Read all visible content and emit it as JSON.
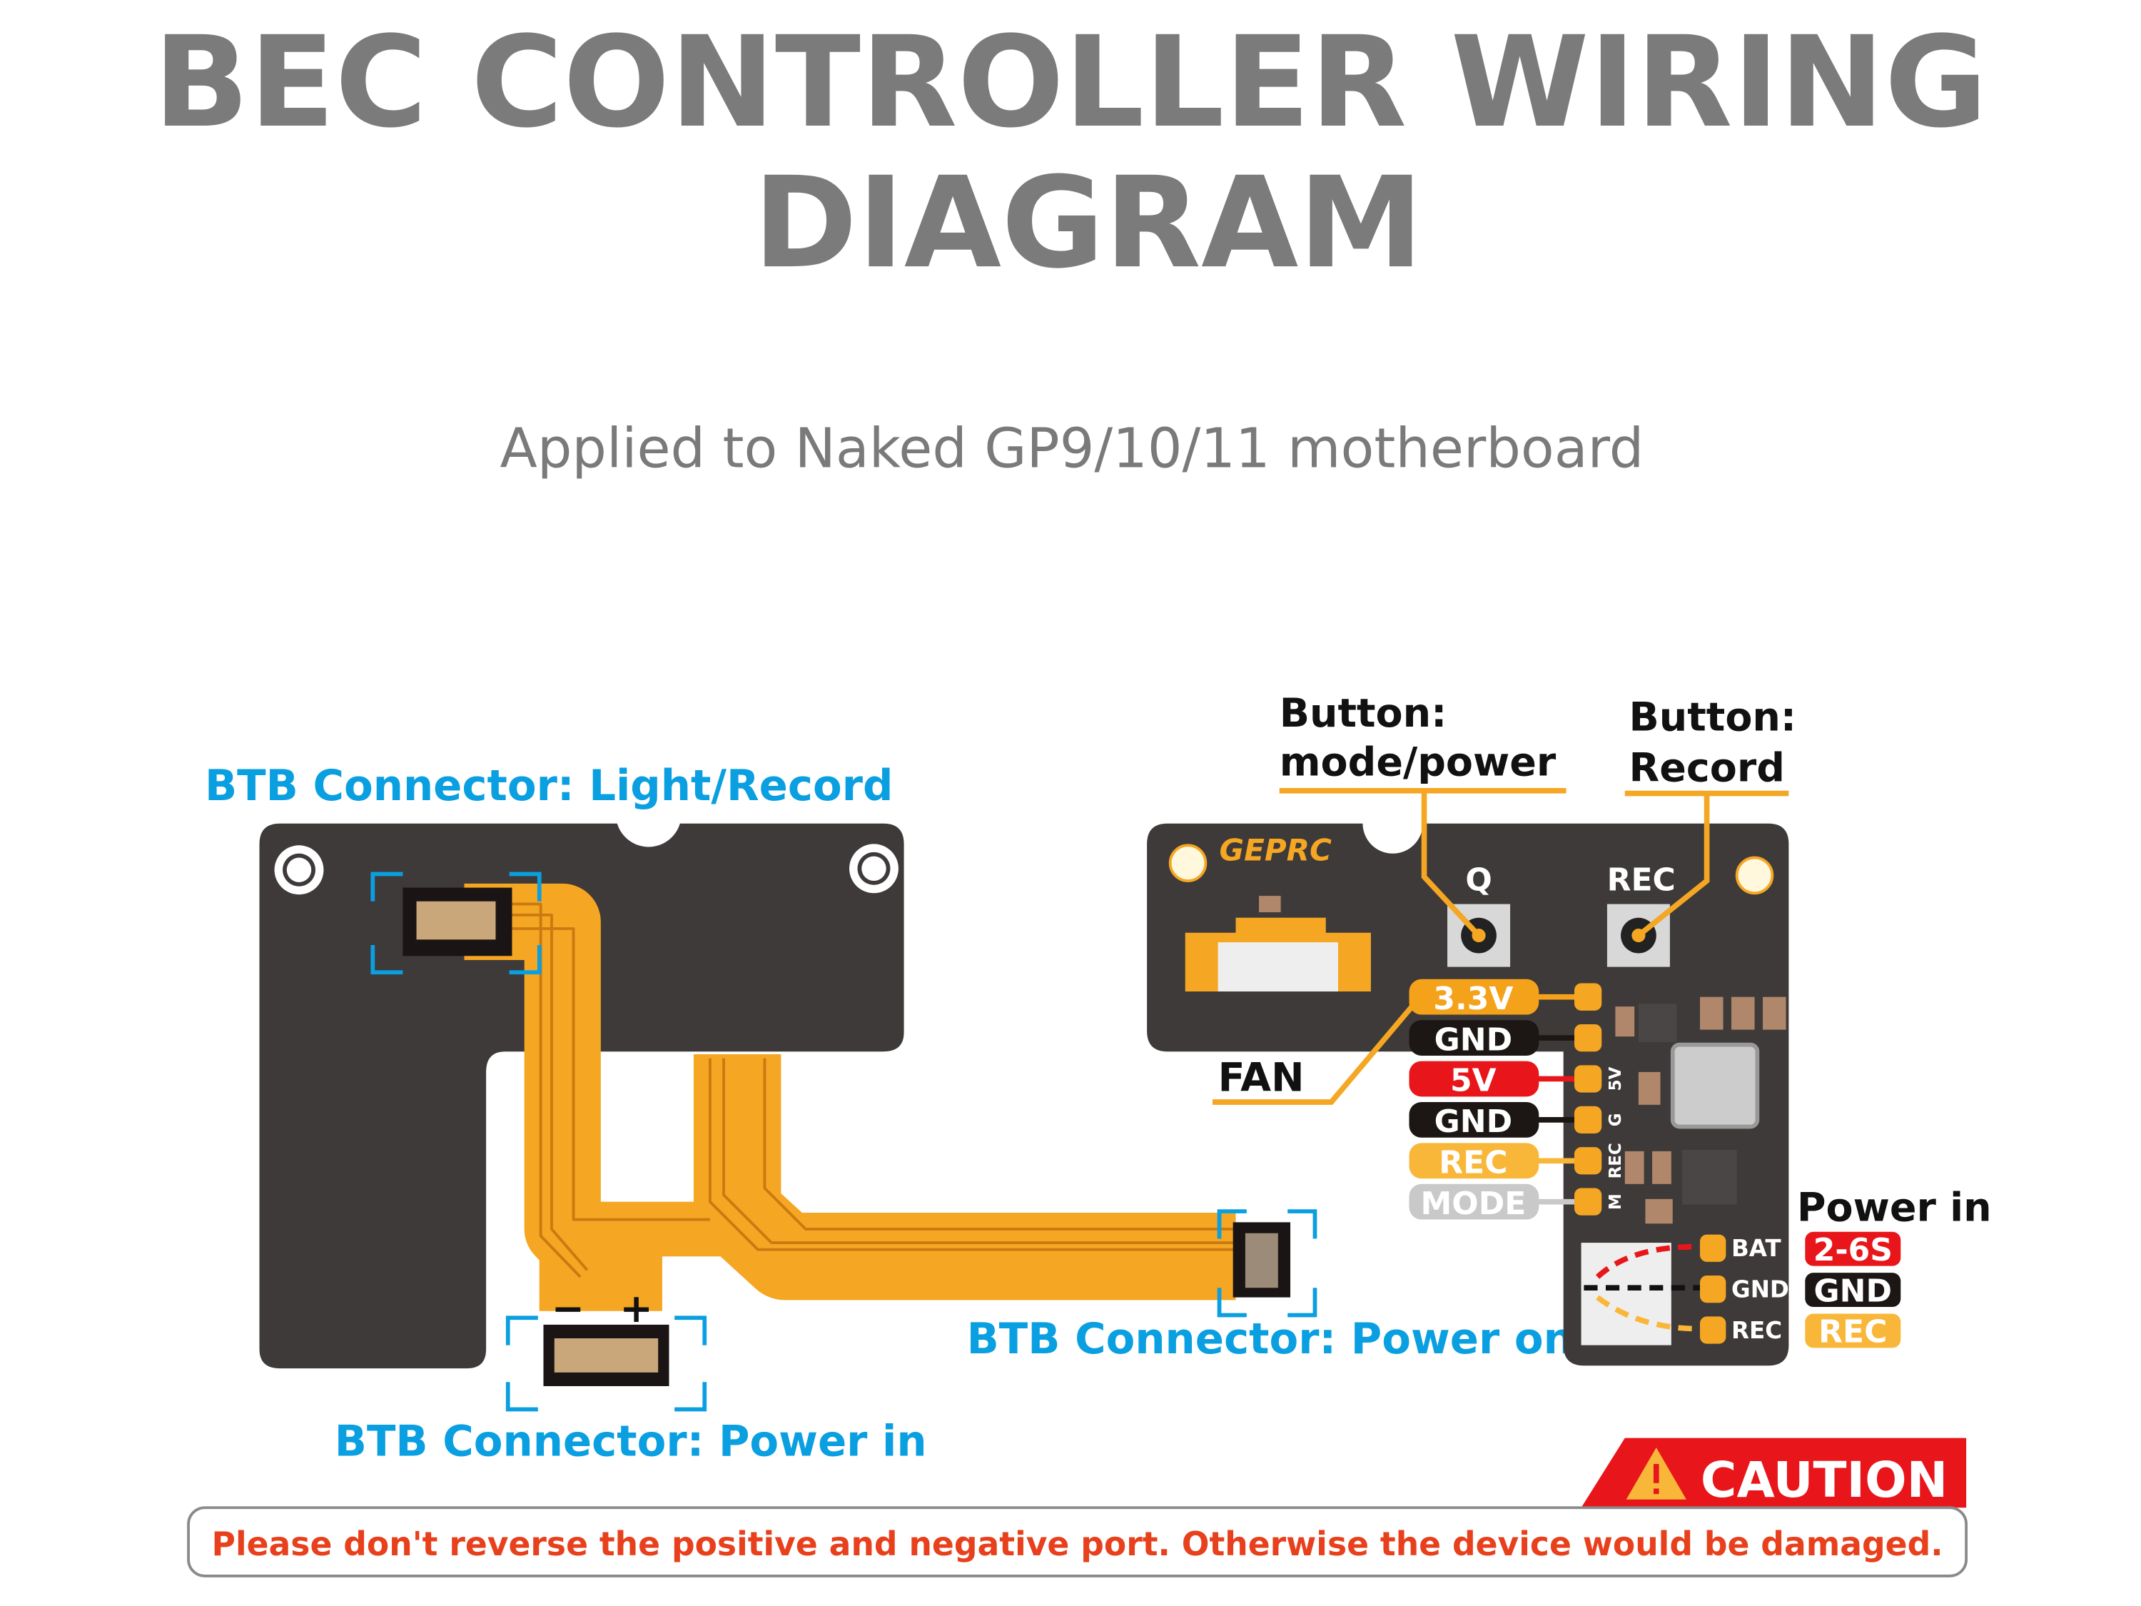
{
  "header": {
    "title_line1": "BEC CONTROLLER WIRING",
    "title_line2": "DIAGRAM",
    "subtitle": "Applied to Naked GP9/10/11 motherboard"
  },
  "left_board": {
    "btb_light_record": "BTB Connector:  Light/Record",
    "btb_power_in": "BTB Connector:  Power in",
    "btb_power_on": "BTB Connector:  Power on",
    "minus": "−",
    "plus": "+"
  },
  "right_board": {
    "logo": "GEPRC",
    "button_mode_title": "Button:",
    "button_mode_label": "mode/power",
    "button_rec_title": "Button:",
    "button_rec_label": "Record",
    "btn_q": "Q",
    "btn_rec": "REC",
    "fan_label": "FAN",
    "pins": [
      {
        "label": "3.3V",
        "color": "#f5a21b",
        "silk": ""
      },
      {
        "label": "GND",
        "color": "#1c1614",
        "silk": ""
      },
      {
        "label": "5V",
        "color": "#e8161b",
        "silk": "5V"
      },
      {
        "label": "GND",
        "color": "#1c1614",
        "silk": "G"
      },
      {
        "label": "REC",
        "color": "#f9b73a",
        "silk": "REC"
      },
      {
        "label": "MODE",
        "color": "#c9c9c9",
        "silk": "M"
      }
    ],
    "power_in_title": "Power in",
    "power_pins": [
      {
        "silk": "BAT",
        "tag": "2-6S",
        "color": "#e8161b"
      },
      {
        "silk": "GND",
        "tag": "GND",
        "color": "#1c1614"
      },
      {
        "silk": "REC",
        "tag": "REC",
        "color": "#f9b73a"
      }
    ]
  },
  "caution": {
    "banner": "CAUTION",
    "message": "Please don't reverse the positive and negative port. Otherwise the device would be damaged."
  },
  "colors": {
    "board": "#3e3a39",
    "flex": "#f5a623",
    "accent_blue": "#0a9fe0",
    "warning_red": "#e8161b"
  }
}
